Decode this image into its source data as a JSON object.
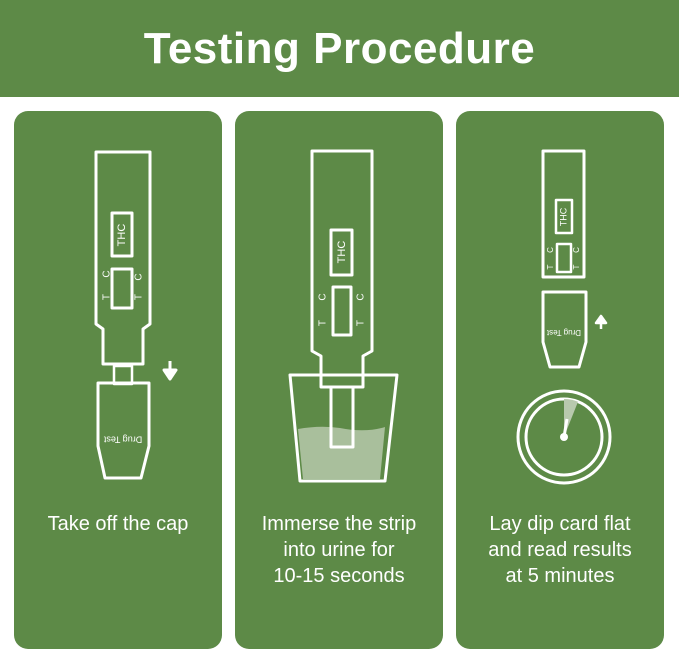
{
  "title": "Testing Procedure",
  "colors": {
    "panel_green": "#5d8a47",
    "white": "#ffffff",
    "liquid": "#a9bf9c"
  },
  "panels": [
    {
      "label_thc": "THC",
      "label_t": "T",
      "label_c": "C",
      "cap_text": "Drug Test",
      "caption_lines": [
        "Take off the cap"
      ]
    },
    {
      "label_thc": "THC",
      "label_t": "T",
      "label_c": "C",
      "caption_lines": [
        "Immerse the strip",
        "into urine for",
        "10-15 seconds"
      ]
    },
    {
      "label_thc": "THC",
      "label_t": "T",
      "label_c": "C",
      "cap_text": "Drug Test",
      "caption_lines": [
        "Lay dip card flat",
        "and read results",
        "at 5 minutes"
      ]
    }
  ]
}
